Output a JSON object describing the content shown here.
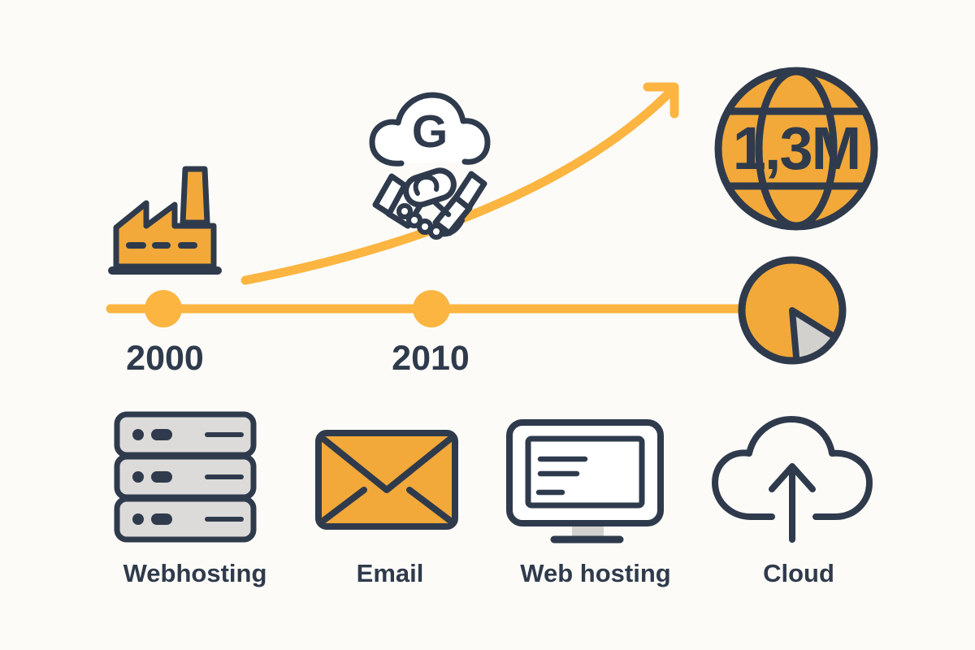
{
  "colors": {
    "background": "#FCFBF8",
    "accent_yellow": "#F2A93A",
    "line_yellow": "#FBB540",
    "navy": "#2F3B4C",
    "gray_fill": "#D2D1CE",
    "light_gray": "#DCDBD9",
    "icon_white": "#FFFFFF"
  },
  "timeline": {
    "years": [
      {
        "label": "2000",
        "icon": "factory-icon"
      },
      {
        "label": "2010",
        "icon": "cloud-partnership-icon"
      }
    ]
  },
  "growth": {
    "partner_letter": "G",
    "globe_value": "1,3M",
    "icons": [
      "growth-arrow-curve",
      "globe-icon",
      "pie-chart-icon"
    ]
  },
  "services": [
    {
      "label": "Webhosting",
      "icon": "server-stack-icon"
    },
    {
      "label": "Email",
      "icon": "envelope-icon"
    },
    {
      "label": "Web hosting",
      "icon": "monitor-icon"
    },
    {
      "label": "Cloud",
      "icon": "cloud-upload-icon"
    }
  ]
}
